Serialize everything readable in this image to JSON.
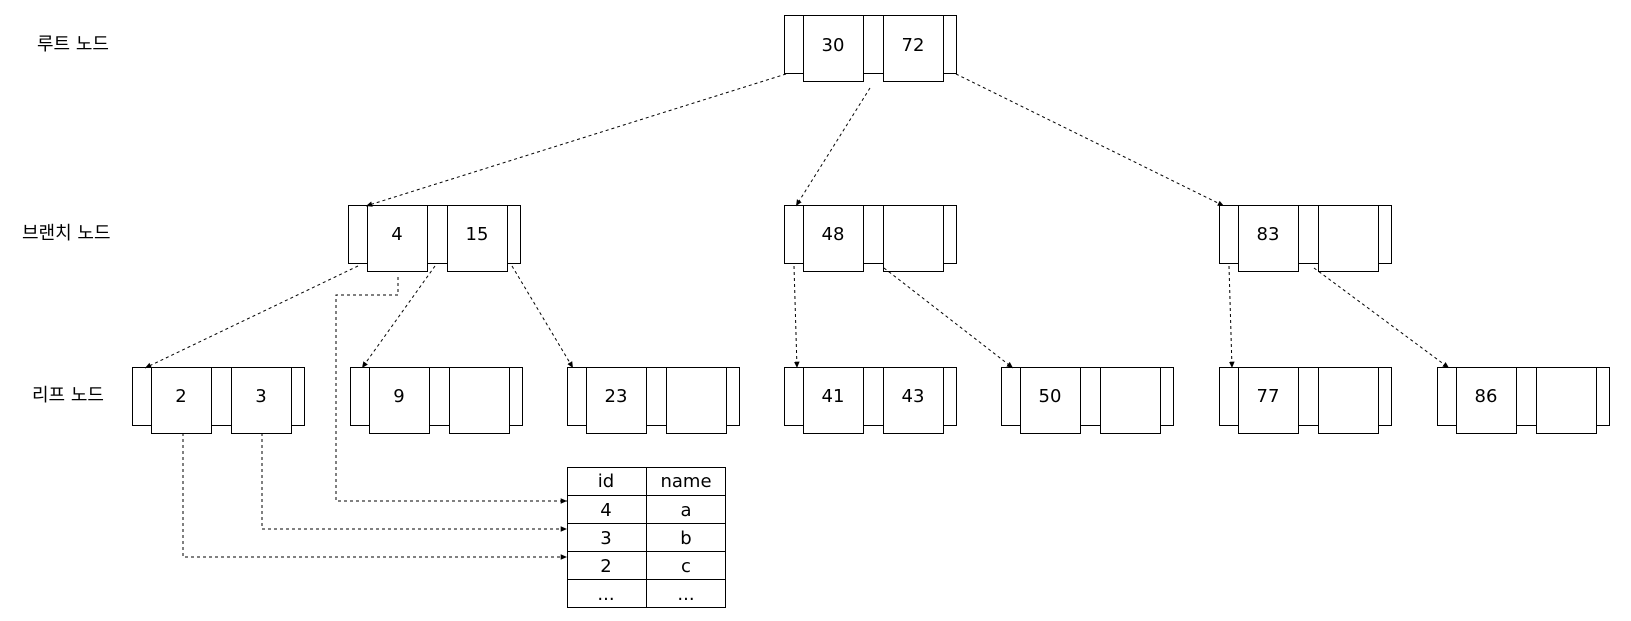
{
  "levels": {
    "root": "루트 노드",
    "branch": "브랜치 노드",
    "leaf": "리프 노드"
  },
  "nodes": {
    "root": {
      "keys": [
        "30",
        "72"
      ]
    },
    "branch": [
      {
        "keys": [
          "4",
          "15"
        ]
      },
      {
        "keys": [
          "48",
          ""
        ]
      },
      {
        "keys": [
          "83",
          ""
        ]
      }
    ],
    "leaves": [
      {
        "keys": [
          "2",
          "3"
        ]
      },
      {
        "keys": [
          "9",
          ""
        ]
      },
      {
        "keys": [
          "23",
          ""
        ]
      },
      {
        "keys": [
          "41",
          "43"
        ]
      },
      {
        "keys": [
          "50",
          ""
        ]
      },
      {
        "keys": [
          "77",
          ""
        ]
      },
      {
        "keys": [
          "86",
          ""
        ]
      }
    ]
  },
  "table": {
    "headers": [
      "id",
      "name"
    ],
    "rows": [
      [
        "4",
        "a"
      ],
      [
        "3",
        "b"
      ],
      [
        "2",
        "c"
      ],
      [
        "...",
        "..."
      ]
    ]
  }
}
